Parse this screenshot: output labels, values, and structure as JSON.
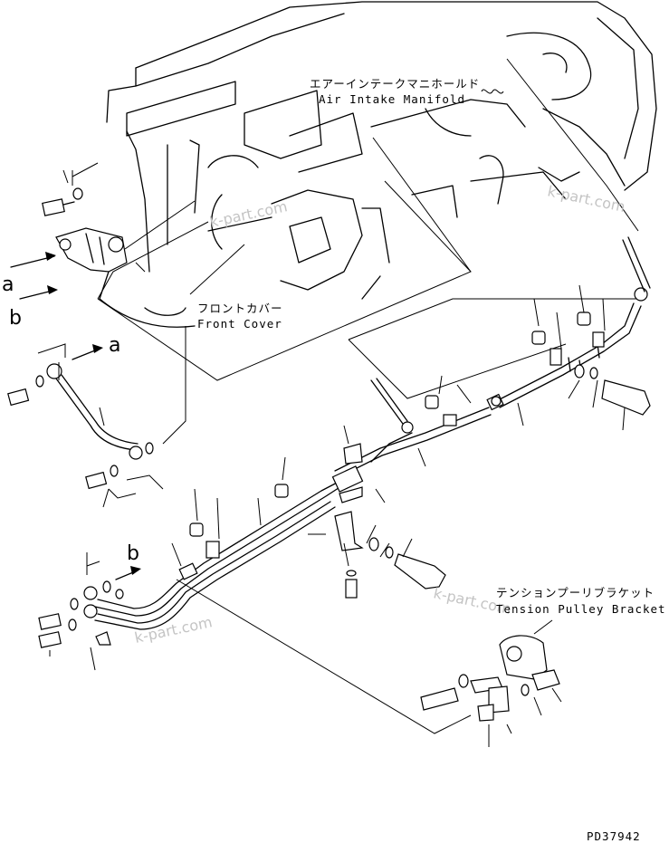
{
  "labels": {
    "air_intake_jp": "エアーインテークマニホールド",
    "air_intake_en": "Air Intake Manifold",
    "front_cover_jp": "フロントカバー",
    "front_cover_en": "Front Cover",
    "tension_jp": "テンションプーリブラケット",
    "tension_en": "Tension Pulley Bracket"
  },
  "callouts": {
    "a": "a",
    "b": "b"
  },
  "watermark": "k-part.com",
  "drawing_number": "PD37942"
}
